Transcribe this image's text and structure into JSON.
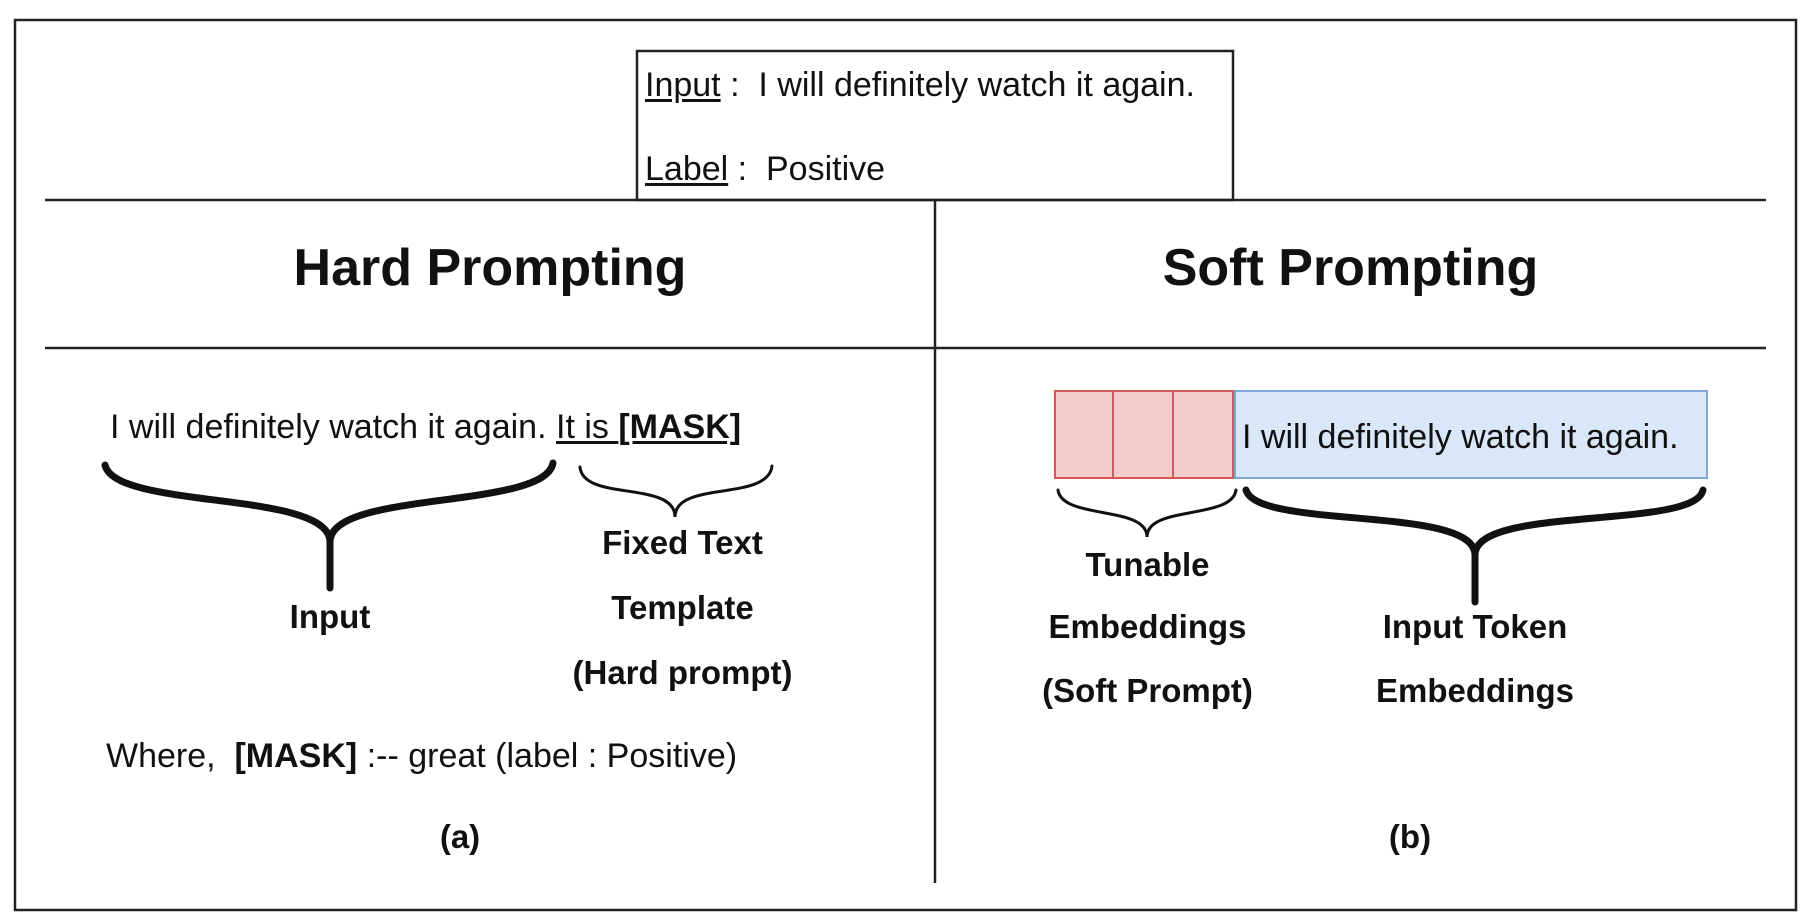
{
  "example": {
    "input_key": "Input",
    "input_sep": " :  ",
    "input_text": "I will definitely watch it again.",
    "label_key": "Label",
    "label_sep": " :  ",
    "label_text": "Positive"
  },
  "hard": {
    "title": "Hard Prompting",
    "sentence": "I will definitely watch it again.",
    "template_prefix": "It is ",
    "mask": "[MASK]",
    "brace_input_label": "Input",
    "template_label": [
      "Fixed Text",
      "Template",
      "(Hard prompt)"
    ],
    "where_prefix": "Where,  ",
    "where_mask": "[MASK]",
    "where_suffix": " :-- great (label : Positive)",
    "caption": "(a)"
  },
  "soft": {
    "title": "Soft Prompting",
    "token_text": "I will definitely watch it again.",
    "tunable_label": [
      "Tunable",
      "Embeddings",
      "(Soft Prompt)"
    ],
    "input_label": [
      "Input Token",
      "Embeddings"
    ],
    "caption": "(b)"
  },
  "colors": {
    "soft_prompt_fill": "#f4cccc",
    "soft_prompt_border": "#d45a5a",
    "input_token_fill": "#d9e7f8",
    "input_token_border": "#7fa6d4"
  }
}
